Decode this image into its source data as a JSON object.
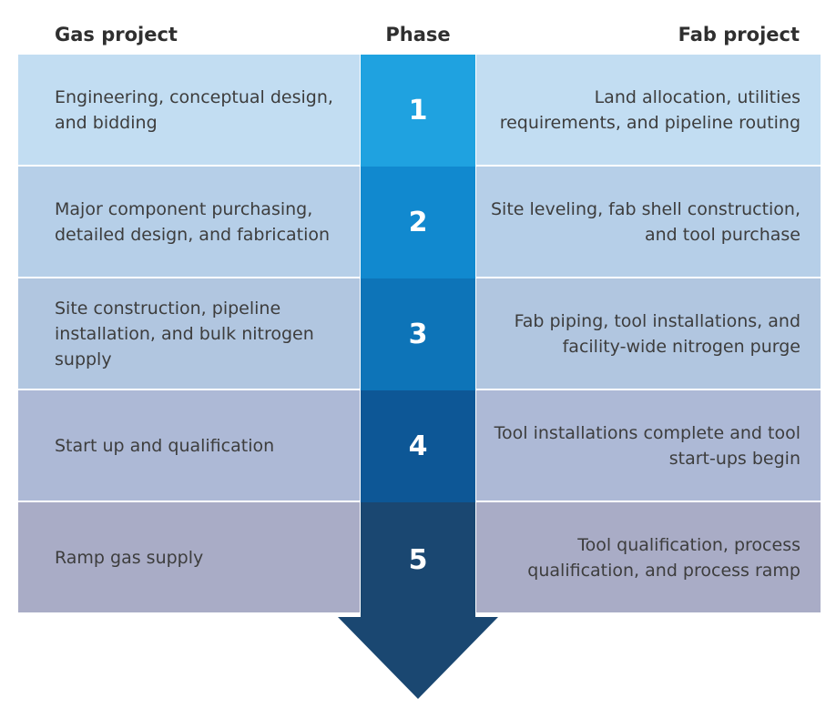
{
  "headers": {
    "gas": "Gas project",
    "phase": "Phase",
    "fab": "Fab project"
  },
  "rows": [
    {
      "phase": "1",
      "gas": "Engineering, conceptual design, and bidding",
      "fab": "Land allocation, utilities requirements, and pipeline routing",
      "cell_color": "#c2ddf2",
      "phase_color": "#1fa2e0"
    },
    {
      "phase": "2",
      "gas": "Major component purchasing, detailed design, and fabrication",
      "fab": "Site leveling, fab shell construction, and tool purchase",
      "cell_color": "#b6cfe8",
      "phase_color": "#1189cf"
    },
    {
      "phase": "3",
      "gas": "Site construction, pipeline installation, and bulk nitrogen supply",
      "fab": "Fab piping, tool installations, and facility-wide nitrogen purge",
      "cell_color": "#b1c6e0",
      "phase_color": "#0d74b8"
    },
    {
      "phase": "4",
      "gas": "Start up and qualification",
      "fab": "Tool installations complete and tool start-ups begin",
      "cell_color": "#adb9d6",
      "phase_color": "#0d5796"
    },
    {
      "phase": "5",
      "gas": "Ramp gas supply",
      "fab": "Tool qualification, process qualification, and process ramp",
      "cell_color": "#a9acc6",
      "phase_color": "#1a4771"
    }
  ],
  "colors": {
    "arrow": "#1a4771",
    "text": "#3d3d3d"
  }
}
